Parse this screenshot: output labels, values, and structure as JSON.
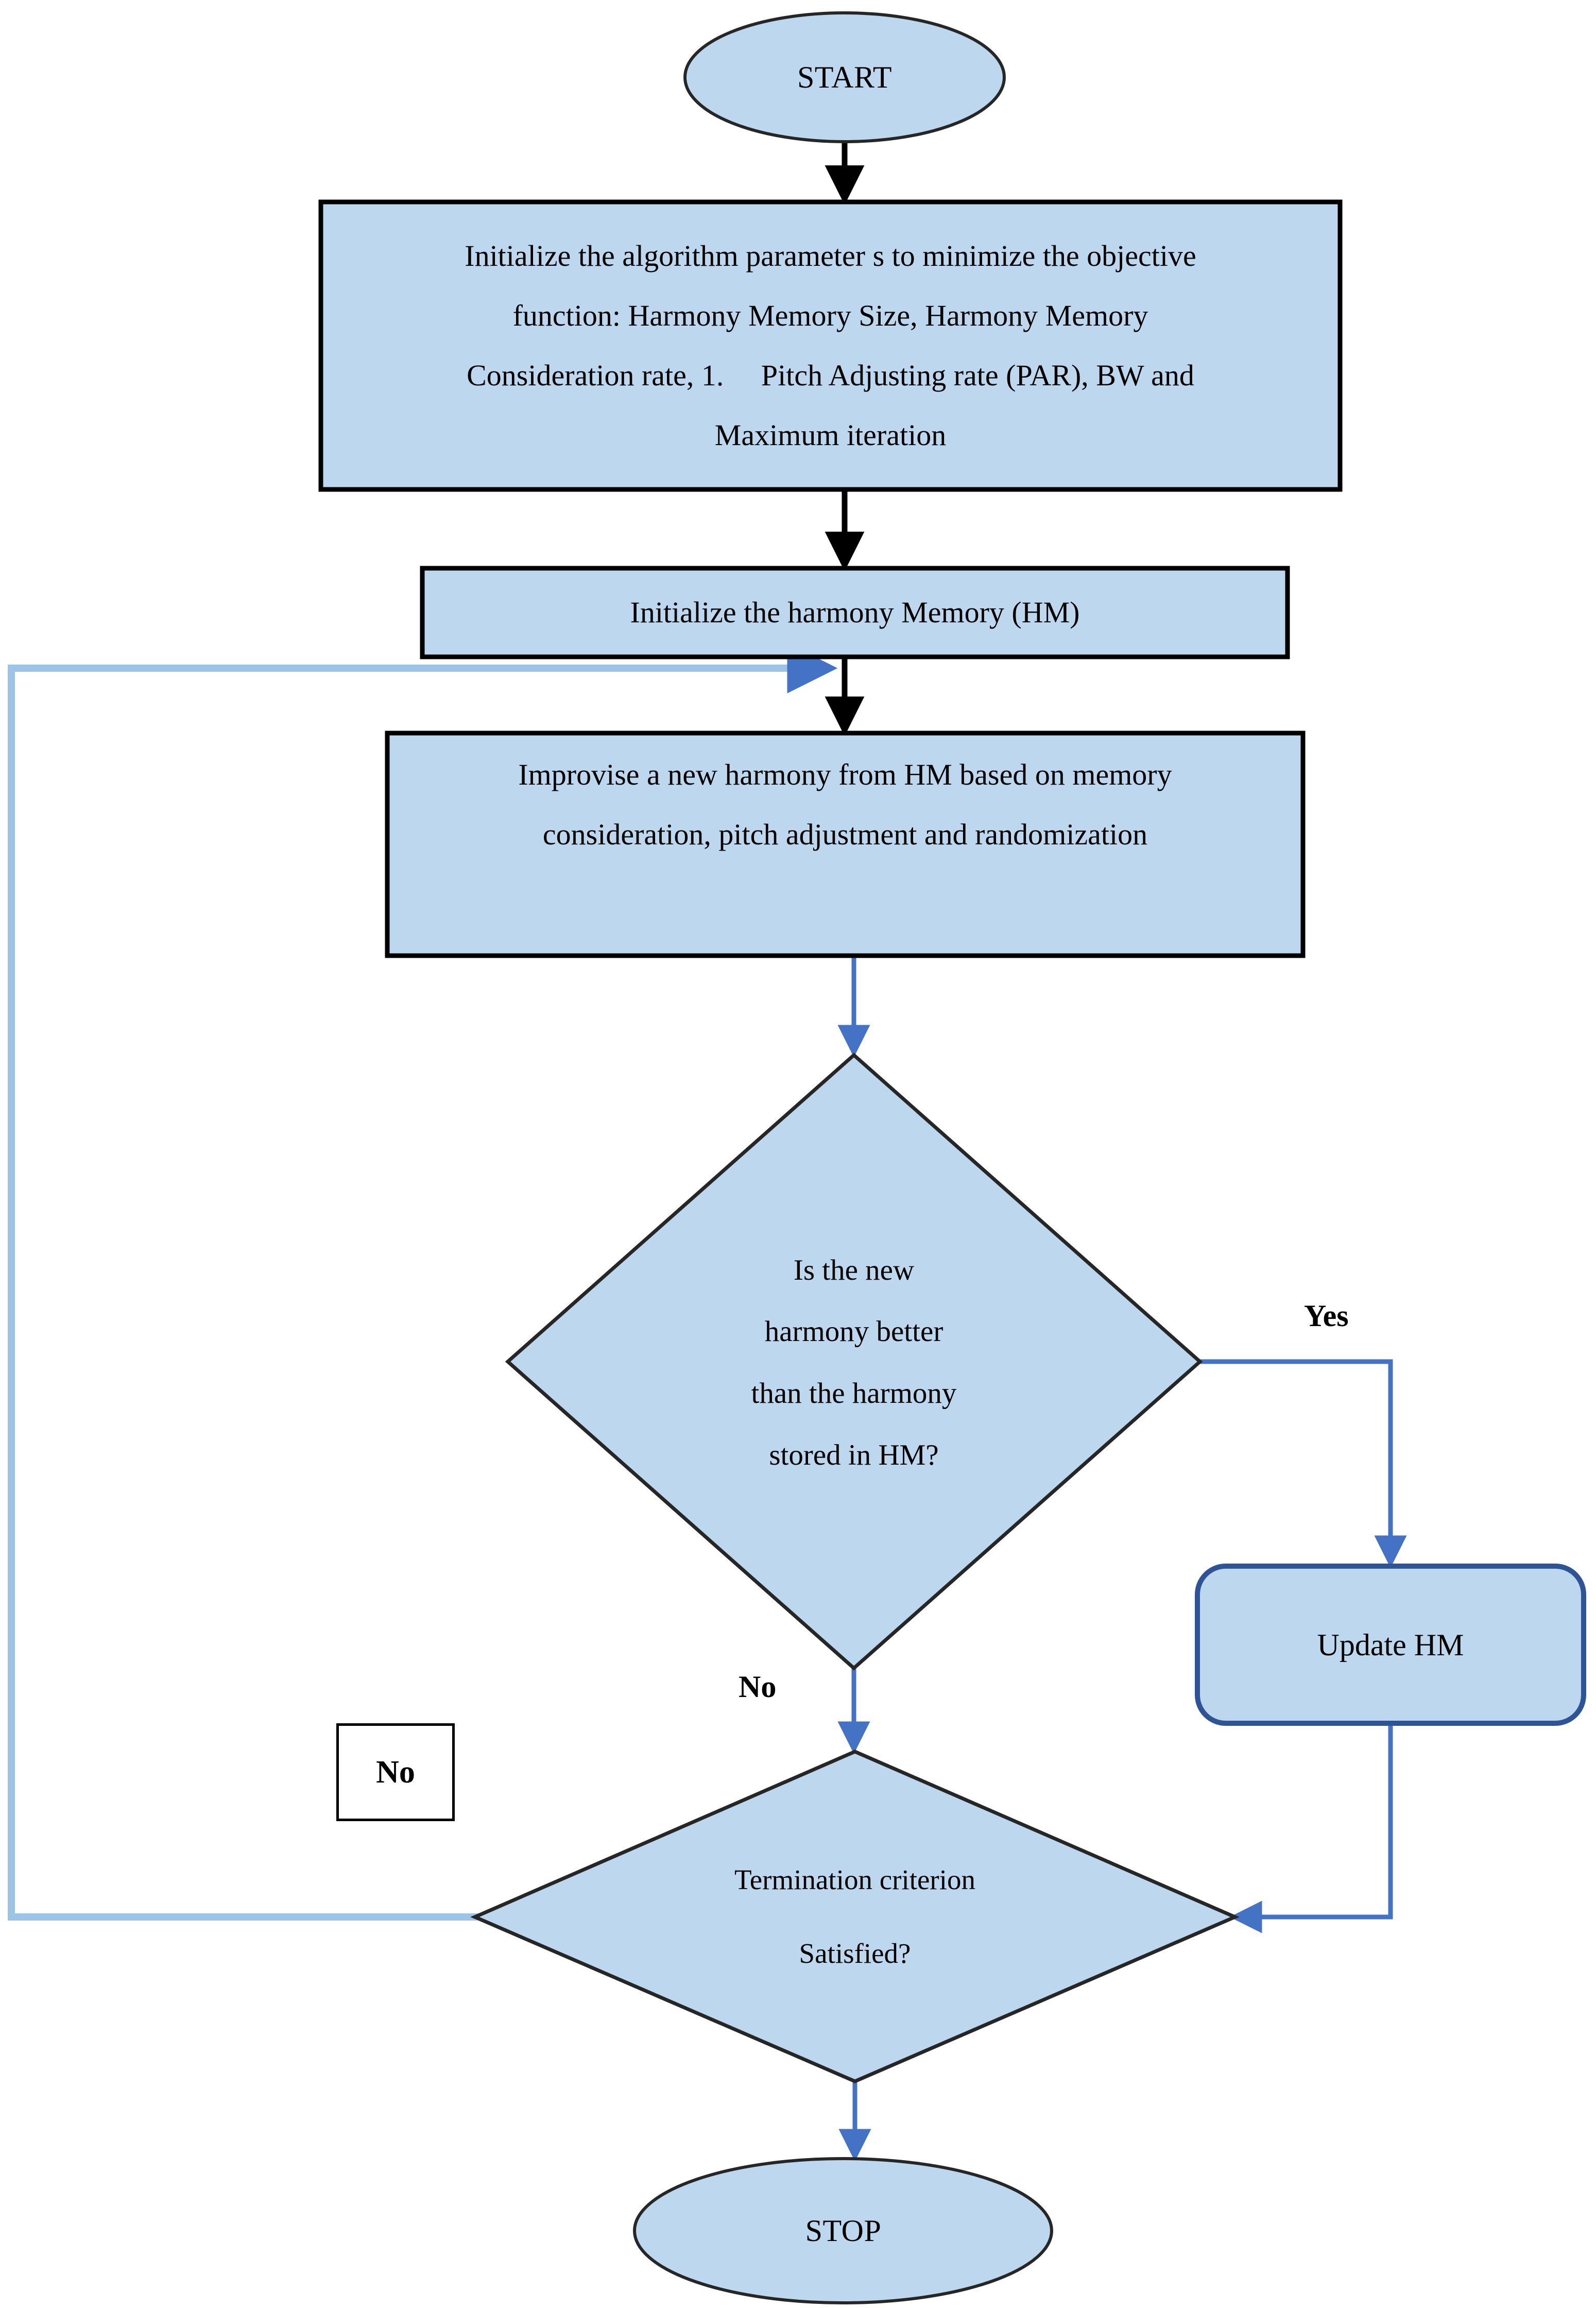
{
  "diagram": {
    "title": "Harmony Search Algorithm Flowchart",
    "colors": {
      "node_fill": "#bdd7ee",
      "black_stroke": "#000000",
      "blue_stroke": "#4472c4",
      "light_blue_stroke": "#9dc3e6",
      "update_border": "#2e5496",
      "background": "#ffffff"
    }
  },
  "nodes": {
    "start": {
      "type": "terminal",
      "label": "START"
    },
    "init_params": {
      "type": "process",
      "lines": [
        "Initialize the algorithm parameter s to minimize the objective",
        "function: Harmony Memory Size, Harmony Memory",
        "Consideration rate, 1.     Pitch Adjusting rate (PAR), BW and",
        "Maximum iteration"
      ]
    },
    "init_hm": {
      "type": "process",
      "lines": [
        "Initialize the harmony Memory (HM)"
      ]
    },
    "improvise": {
      "type": "process",
      "lines": [
        "Improvise a new harmony from HM based on memory",
        "consideration, pitch adjustment and randomization"
      ]
    },
    "decision_better": {
      "type": "decision",
      "lines": [
        "Is the new",
        "harmony better",
        "than the harmony",
        "stored in HM?"
      ]
    },
    "update_hm": {
      "type": "process-rounded",
      "label": "Update HM"
    },
    "decision_termination": {
      "type": "decision",
      "lines": [
        "Termination criterion",
        "Satisfied?"
      ]
    },
    "stop": {
      "type": "terminal",
      "label": "STOP"
    },
    "standalone_no_box": {
      "type": "annotation-box",
      "label": "No"
    }
  },
  "edges": {
    "yes_label": "Yes",
    "no_label": "No"
  }
}
